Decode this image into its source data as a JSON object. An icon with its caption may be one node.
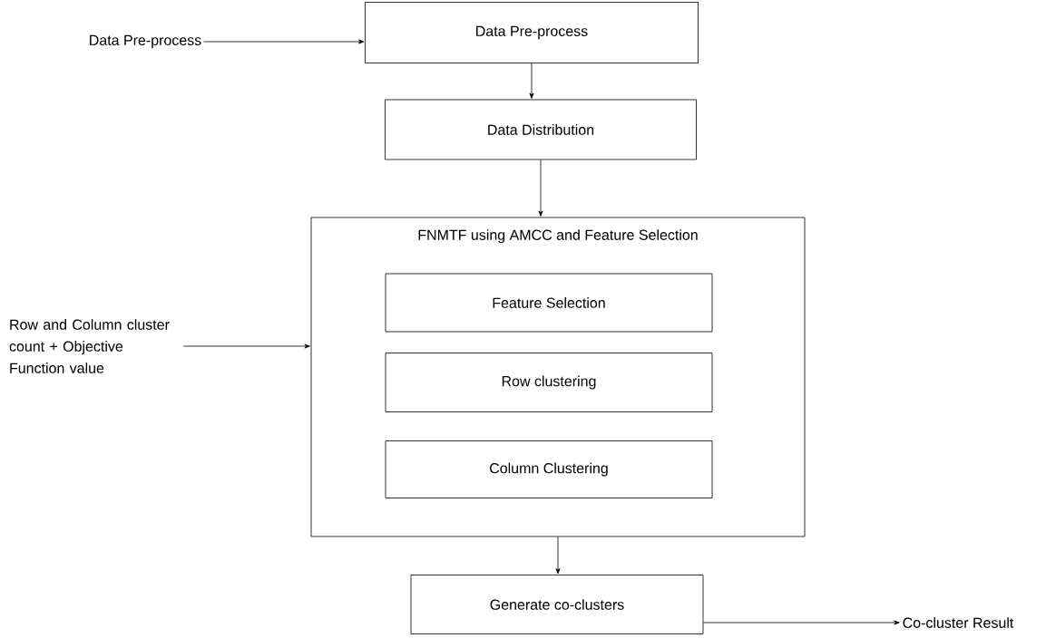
{
  "diagram": {
    "nodes": [
      {
        "text": [
          "Data Pre-process"
        ]
      },
      {
        "text": [
          "Data Pre-process"
        ]
      },
      {
        "text": [
          "Data Distribution"
        ]
      },
      {
        "text": [
          "FNMTF using AMCC and Feature Selection"
        ]
      },
      {
        "text": [
          "Feature Selection"
        ],
        "in": 3
      },
      {
        "text": [
          "Row clustering"
        ],
        "in": 3
      },
      {
        "text": [
          "Column Clustering"
        ],
        "in": 3
      },
      {
        "text": [
          "Row and Column cluster count + Objective Function value"
        ]
      },
      {
        "text": [
          "Generate co-clusters"
        ]
      },
      {
        "text": [
          "Co-cluster Result"
        ]
      }
    ],
    "edges": [
      {
        "from": 0,
        "to": 1,
        "arrow": "to"
      },
      {
        "from": 1,
        "to": 2,
        "arrow": "to"
      },
      {
        "from": 2,
        "to": 3,
        "arrow": "to"
      },
      {
        "from": 7,
        "to": 3,
        "arrow": "to"
      },
      {
        "from": 3,
        "to": 8,
        "arrow": "to"
      },
      {
        "from": 8,
        "to": 9,
        "arrow": "to"
      }
    ]
  }
}
